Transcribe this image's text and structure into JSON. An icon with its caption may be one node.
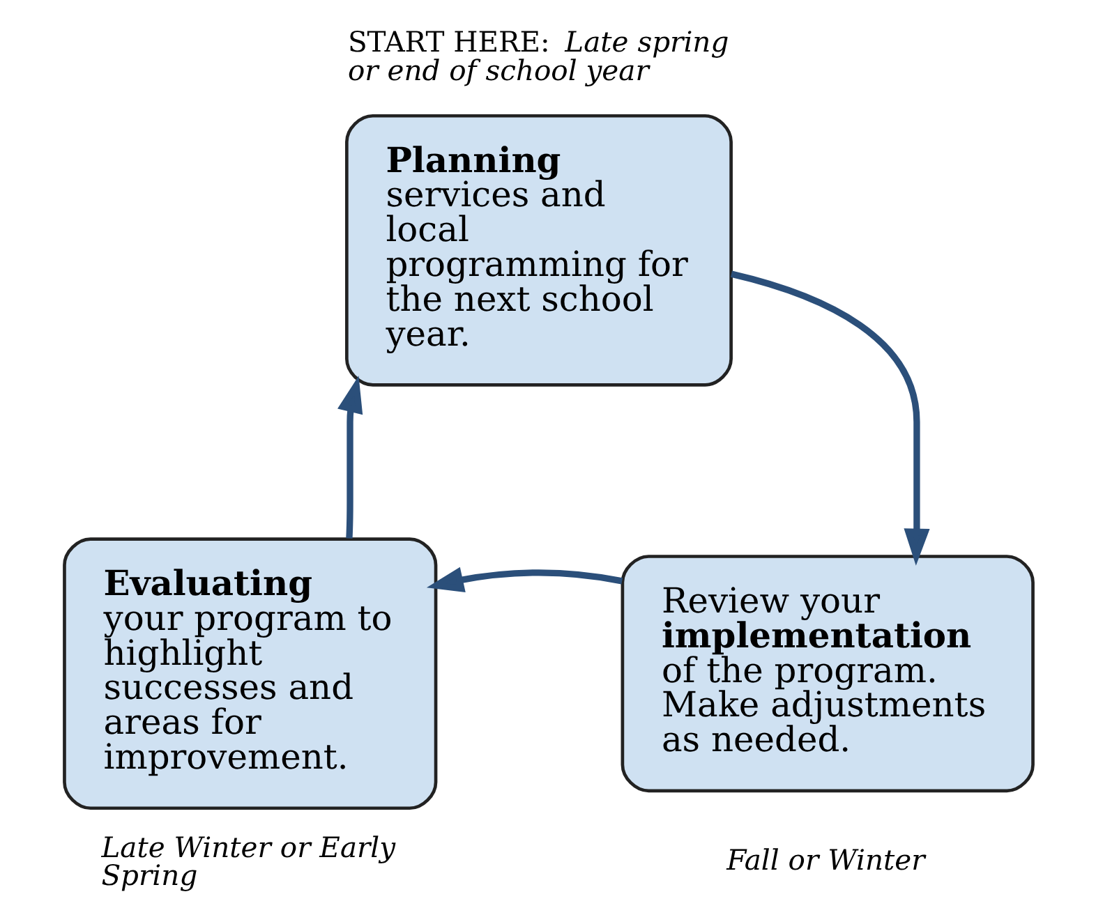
{
  "diagram": {
    "nodes": [
      {
        "text": [
          "**Planning** services and local programming for the next school year."
        ],
        "beside": [
          "START HERE: *Late spring or end of school year*"
        ]
      },
      {
        "text": [
          "**Evaluating** your program to highlight successes and areas for improvement."
        ],
        "beside": [
          "*Late Winter or Early Spring*"
        ]
      },
      {
        "text": [
          "Review your **implementation** of the program. Make adjustments as needed."
        ],
        "beside": [
          "*Fall or Winter*"
        ]
      }
    ],
    "edges": [
      {
        "from": 1,
        "to": 0,
        "arrow": "to"
      },
      {
        "from": 0,
        "to": 2,
        "arrow": "to"
      },
      {
        "from": 2,
        "to": 1,
        "arrow": "to"
      }
    ]
  }
}
